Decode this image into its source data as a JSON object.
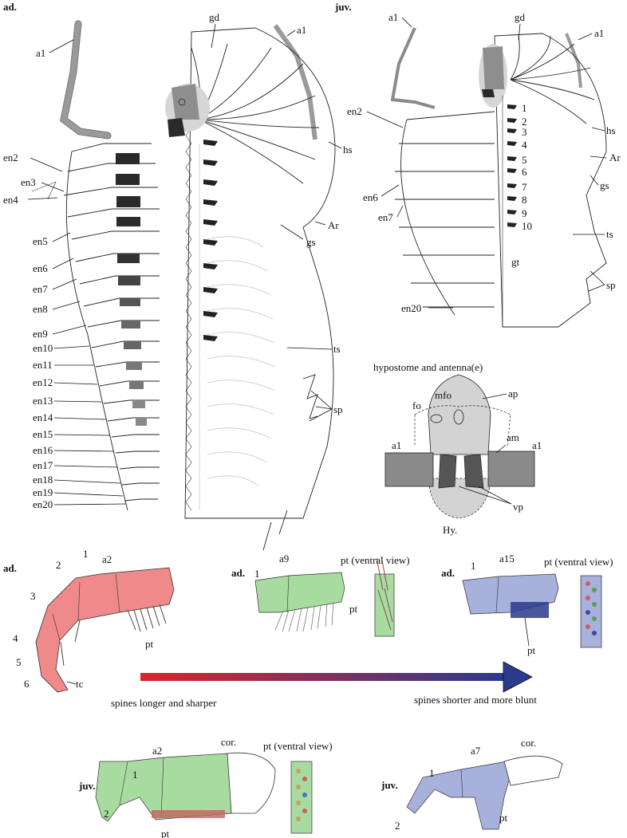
{
  "panels": {
    "adult_title": "ad.",
    "juvenile_title": "juv.",
    "hypostome_title": "hypostome and antenna(e)"
  },
  "adult_labels": {
    "a1_left": "a1",
    "a1_right": "a1",
    "gd": "gd",
    "hs": "hs",
    "ar": "Ar",
    "gs": "gs",
    "ts": "ts",
    "sp": "sp",
    "en": [
      "en2",
      "en3",
      "en4",
      "en5",
      "en6",
      "en7",
      "en8",
      "en9",
      "en10",
      "en11",
      "en12",
      "en13",
      "en14",
      "en15",
      "en16",
      "en17",
      "en18",
      "en19",
      "en20"
    ]
  },
  "juvenile_labels": {
    "a1_left": "a1",
    "a1_right": "a1",
    "gd": "gd",
    "en2": "en2",
    "en6": "en6",
    "en7": "en7",
    "en20": "en20",
    "hs": "hs",
    "ar": "Ar",
    "gs": "gs",
    "ts": "ts",
    "sp": "sp",
    "gt": "gt",
    "numbers": [
      "1",
      "2",
      "3",
      "4",
      "5",
      "6",
      "7",
      "8",
      "9",
      "10"
    ]
  },
  "hypostome_labels": {
    "ap": "ap",
    "mfo": "mfo",
    "fo": "fo",
    "am": "am",
    "a1_left": "a1",
    "a1_right": "a1",
    "vp": "vp",
    "hy": "Hy."
  },
  "appendages": {
    "a2": {
      "title": "a2",
      "stage": "ad.",
      "segments": [
        "1",
        "2",
        "3",
        "4",
        "5",
        "6"
      ],
      "pt": "pt",
      "tc": "tc"
    },
    "a9": {
      "title": "a9",
      "stage": "ad.",
      "segment": "1",
      "pt": "pt",
      "pt_view": "pt (ventral view)"
    },
    "a15": {
      "title": "a15",
      "stage": "ad.",
      "segment": "1",
      "pt": "pt",
      "pt_view": "pt (ventral view)"
    },
    "juv_a2": {
      "title": "a2",
      "stage": "juv.",
      "segments": [
        "1",
        "2"
      ],
      "pt": "pt",
      "cor": "cor.",
      "pt_view": "pt (ventral view)"
    },
    "juv_a7": {
      "title": "a7",
      "stage": "juv.",
      "segments": [
        "1",
        "2"
      ],
      "pt": "pt",
      "cor": "cor."
    }
  },
  "gradient": {
    "left_label": "spines longer and sharper",
    "right_label": "spines shorter and more blunt",
    "start_color": "#d9262b",
    "end_color": "#2c3a8c"
  },
  "colors": {
    "red_limb": "#f08a8a",
    "green_limb": "#a8dba0",
    "blue_limb": "#a8b0dc",
    "hypostome_light": "#d3d3d3",
    "antenna_dark": "#8a8a8a"
  }
}
